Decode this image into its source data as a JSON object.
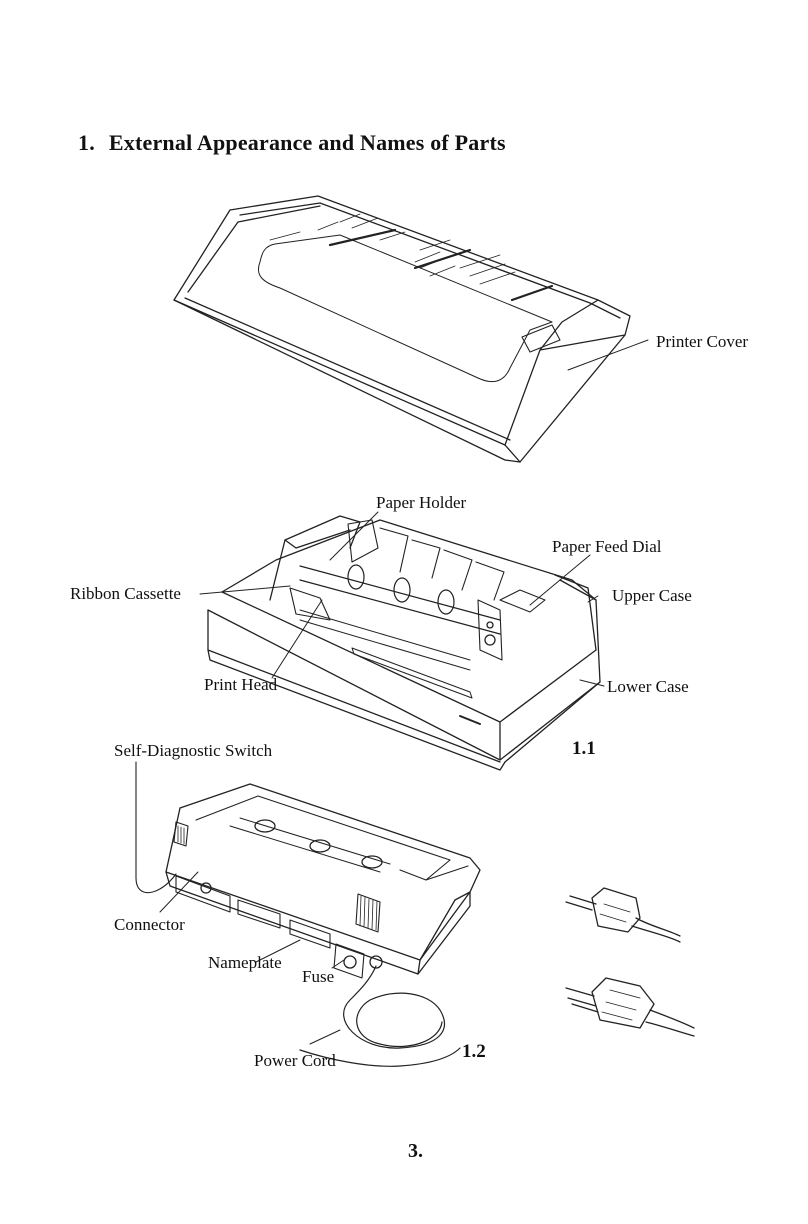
{
  "section": {
    "number": "1.",
    "title": "External Appearance and Names of Parts"
  },
  "labels": {
    "printer_cover": "Printer Cover",
    "paper_holder": "Paper Holder",
    "paper_feed_dial": "Paper Feed Dial",
    "ribbon_cassette": "Ribbon Cassette",
    "upper_case": "Upper Case",
    "print_head": "Print Head",
    "lower_case": "Lower Case",
    "self_diagnostic_switch": "Self-Diagnostic Switch",
    "connector": "Connector",
    "nameplate": "Nameplate",
    "fuse": "Fuse",
    "power_cord": "Power Cord"
  },
  "figures": {
    "fig1": "1.1",
    "fig2": "1.2"
  },
  "page_number": "3."
}
